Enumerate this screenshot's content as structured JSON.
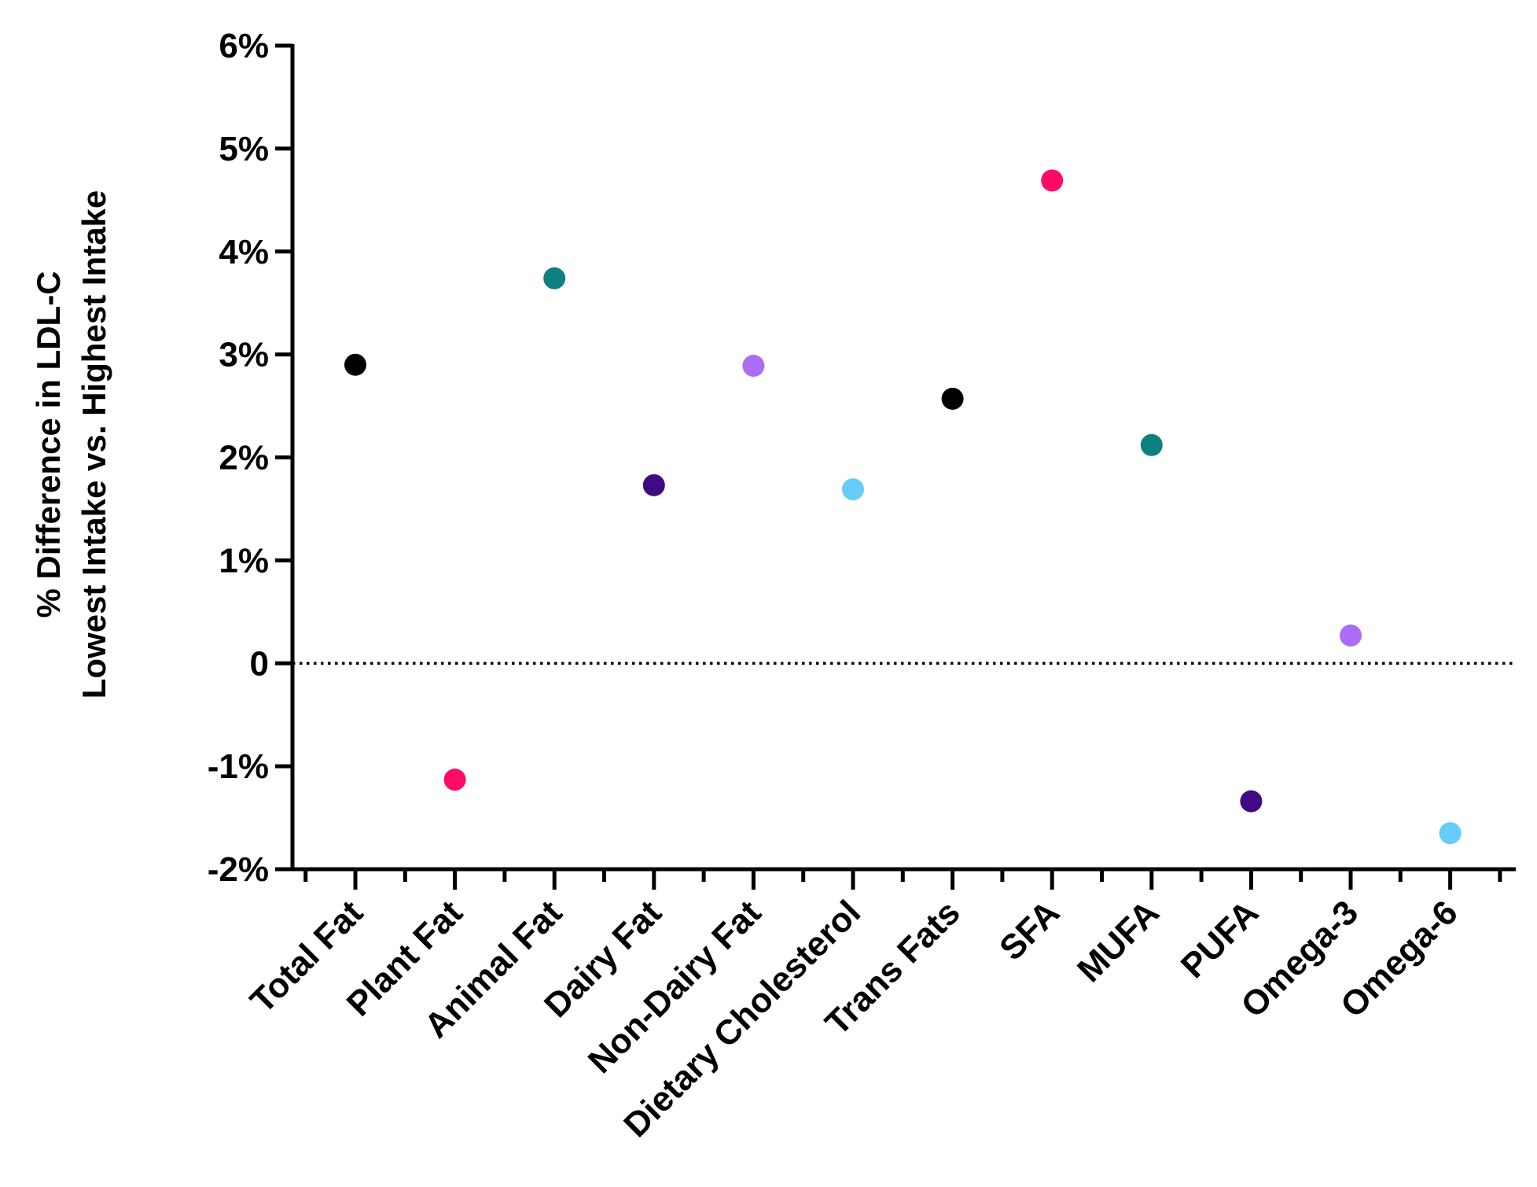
{
  "chart_data": {
    "type": "scatter",
    "title": "",
    "ylabel_lines": [
      "% Difference in LDL-C",
      "Lowest Intake vs. Highest Intake"
    ],
    "xlabel": "",
    "ylim": [
      -2,
      6
    ],
    "yticks": [
      -2,
      -1,
      0,
      1,
      2,
      3,
      4,
      5,
      6
    ],
    "ytick_labels": [
      "-2%",
      "-1%",
      "0",
      "1%",
      "2%",
      "3%",
      "4%",
      "5%",
      "6%"
    ],
    "reference_line": {
      "y": 0,
      "style": "dotted"
    },
    "grid": false,
    "legend": "none",
    "categories": [
      "Total Fat",
      "Plant Fat",
      "Animal Fat",
      "Dairy Fat",
      "Non-Dairy Fat",
      "Dietary Cholesterol",
      "Trans Fats",
      "SFA",
      "MUFA",
      "PUFA",
      "Omega-3",
      "Omega-6"
    ],
    "values": [
      2.9,
      -1.13,
      3.74,
      1.73,
      2.89,
      1.69,
      2.57,
      4.69,
      2.12,
      -1.34,
      0.27,
      -1.65
    ],
    "point_colors": [
      "#000000",
      "#ff0a66",
      "#0f8080",
      "#3f0a82",
      "#ac6cf5",
      "#66ccf9",
      "#000000",
      "#ff0a66",
      "#0f8080",
      "#3f0a82",
      "#ac6cf5",
      "#66ccf9"
    ]
  }
}
